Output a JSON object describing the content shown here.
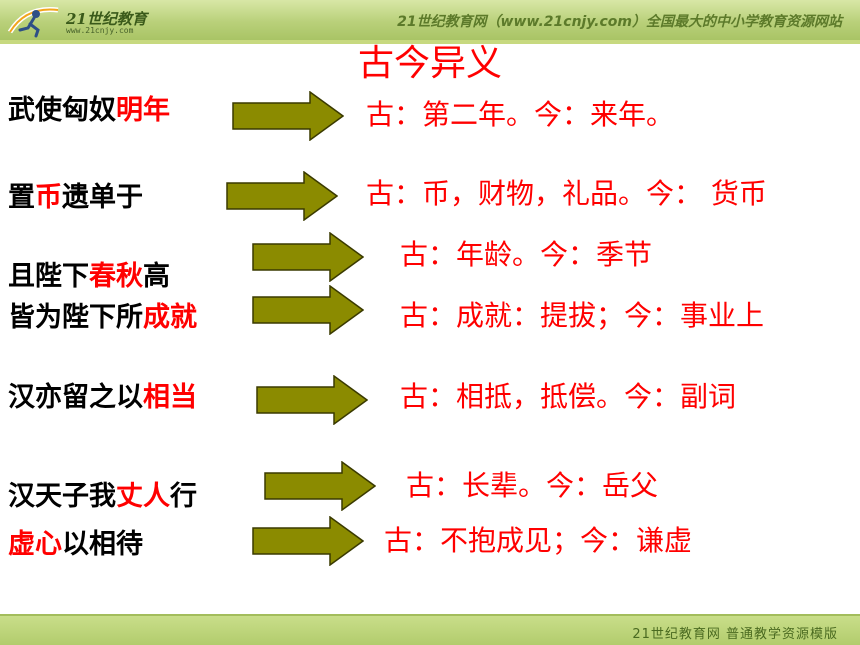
{
  "header": {
    "logo_text": "21世纪教育",
    "logo_sub": "www.21cnjy.com",
    "tagline": "21世纪教育网（www.21cnjy.com）全国最大的中小学教育资源网站"
  },
  "title": "古今异义",
  "rows": [
    {
      "left_pre": "武使匈奴",
      "left_hl": "明年",
      "left_post": "",
      "right": "古：第二年。今：来年。"
    },
    {
      "left_pre": "置",
      "left_hl": "币",
      "left_post": "遗单于",
      "right": "古：币，财物，礼品。今： 货币"
    },
    {
      "left_pre": "且陛下",
      "left_hl": "春秋",
      "left_post": "高",
      "right": "古：年龄。今：季节"
    },
    {
      "left_pre": "皆为陛下所",
      "left_hl": "成就",
      "left_post": "",
      "right": "古：成就：提拔；今：事业上"
    },
    {
      "left_pre": "汉亦留之以",
      "left_hl": "相当",
      "left_post": "",
      "right": "古：相抵，抵偿。今：副词"
    },
    {
      "left_pre": "汉天子我",
      "left_hl": "丈人",
      "left_post": "行",
      "right": "古：长辈。今：岳父"
    },
    {
      "left_pre": "",
      "left_hl": "虚心",
      "left_post": "以相待",
      "right": "古：不抱成见；今：谦虚"
    }
  ],
  "footer": {
    "text": "21世纪教育网    普通教学资源模版"
  },
  "colors": {
    "highlight": "#ff0000",
    "arrow_fill": "#8b8b00",
    "header_green": "#b9d07a"
  }
}
